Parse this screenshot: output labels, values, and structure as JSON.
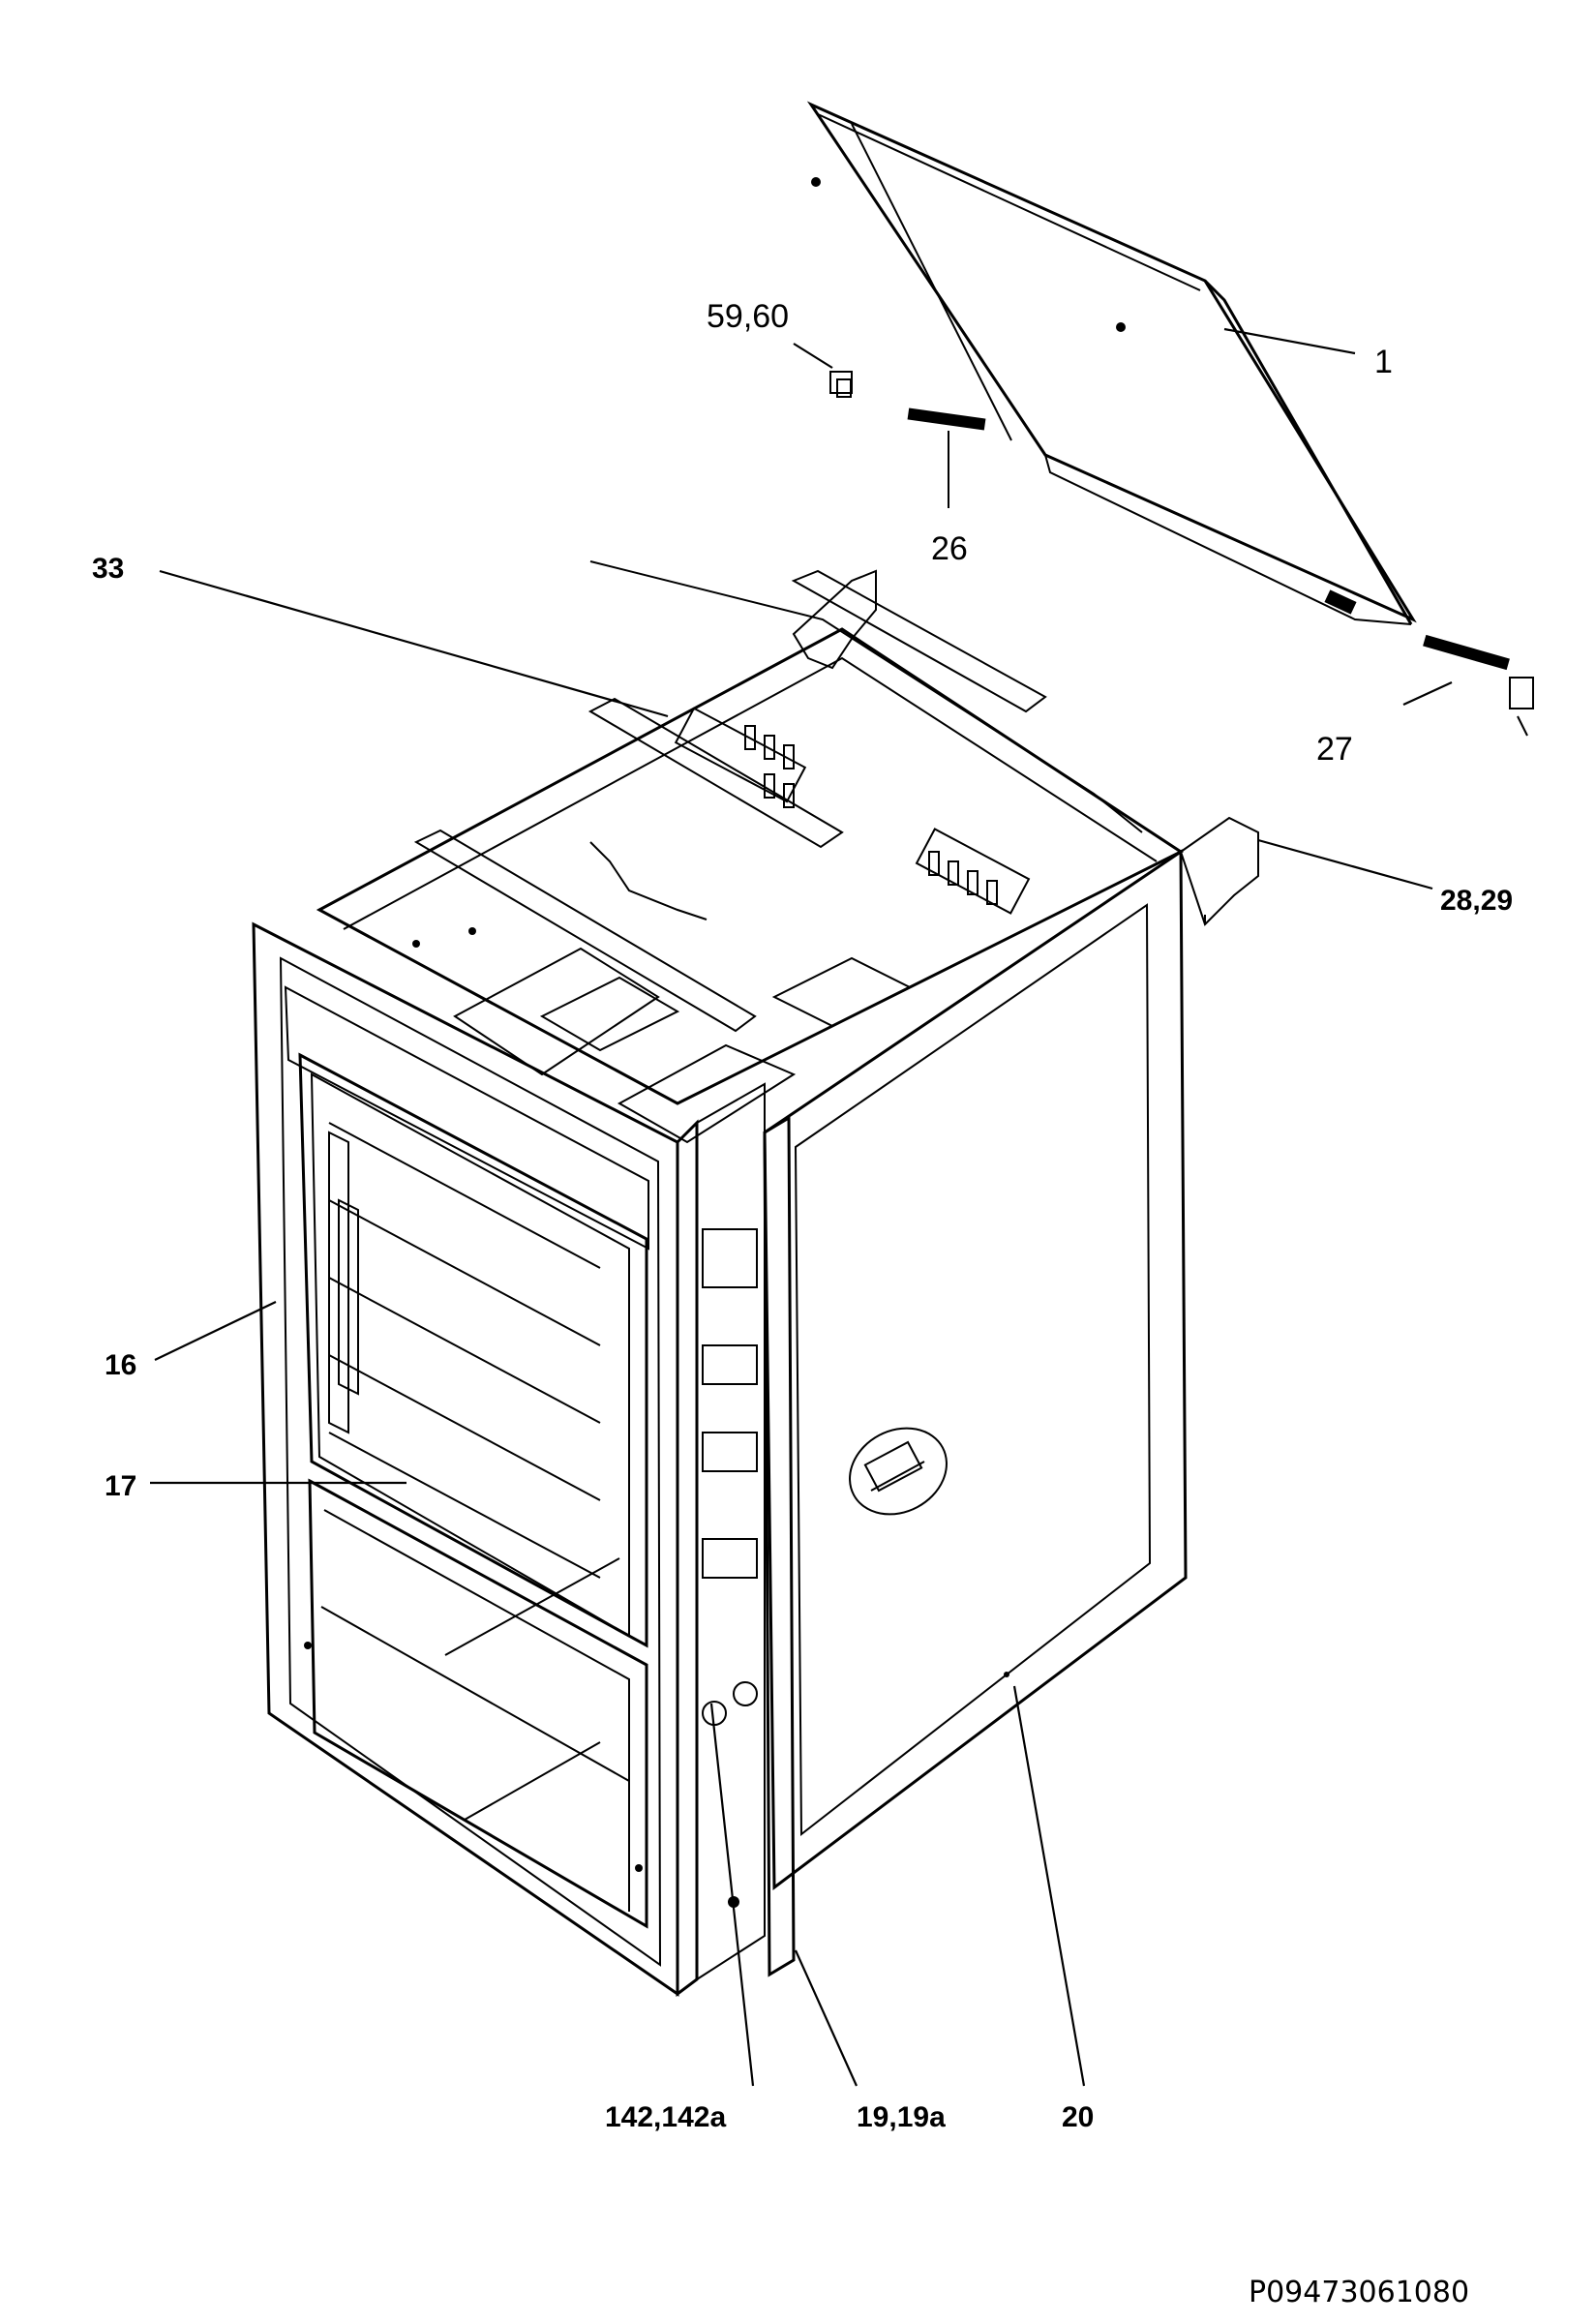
{
  "diagram": {
    "callouts": [
      {
        "id": "1",
        "label": "1"
      },
      {
        "id": "59-60",
        "label": "59,60"
      },
      {
        "id": "26",
        "label": "26"
      },
      {
        "id": "33",
        "label": "33"
      },
      {
        "id": "27",
        "label": "27"
      },
      {
        "id": "28-29",
        "label": "28,29"
      },
      {
        "id": "16",
        "label": "16"
      },
      {
        "id": "17",
        "label": "17"
      },
      {
        "id": "142-142a",
        "label": "142,142a"
      },
      {
        "id": "19-19a",
        "label": "19,19a"
      },
      {
        "id": "20",
        "label": "20"
      }
    ],
    "reference_code": "P09473061080"
  }
}
